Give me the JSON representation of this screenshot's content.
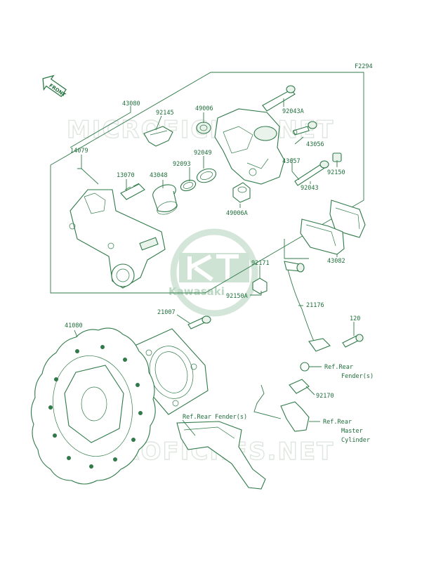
{
  "diagram_code": "F2294",
  "front_label": "FRONT",
  "watermark": "MICROFICHES.NET",
  "logo_text": "Kawasaki",
  "parts": {
    "p43080": "43080",
    "p92145": "92145",
    "p49006": "49006",
    "p92043A": "92043A",
    "p43056": "43056",
    "p14079": "14079",
    "p13070": "13070",
    "p43048": "43048",
    "p92093": "92093",
    "p92049": "92049",
    "p43057": "43057",
    "p92150": "92150",
    "p92043": "92043",
    "p49006A": "49006A",
    "p43082": "43082",
    "p92171": "92171",
    "p92150A": "92150A",
    "p21007": "21007",
    "p21176": "21176",
    "p41080": "41080",
    "p120": "120",
    "p92170": "92170"
  },
  "refs": {
    "rear_fender_right_1": "Ref.Rear",
    "rear_fender_right_2": "Fender(s)",
    "rear_master_1": "Ref.Rear",
    "rear_master_2": "Master",
    "rear_master_3": "Cylinder",
    "rear_fender_left": "Ref.Rear Fender(s)"
  },
  "colors": {
    "line": "#2f7a48",
    "text": "#1e6e3a",
    "watermark": "#dfe6e0",
    "logo": "#cfe3d5"
  }
}
